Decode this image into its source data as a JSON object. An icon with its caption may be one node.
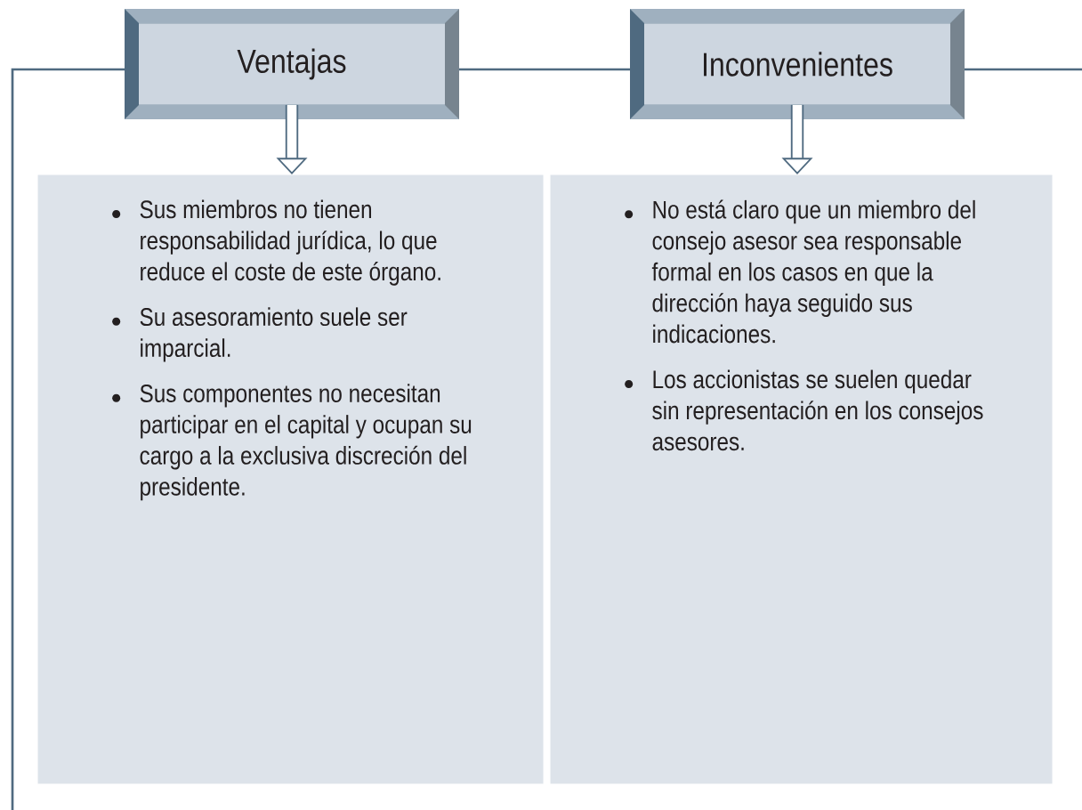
{
  "diagram": {
    "nodes": [
      {
        "text": [
          "Ventajas"
        ]
      },
      {
        "text": [
          "Inconvenientes"
        ]
      },
      {
        "text": [
          "Sus miembros no tienen responsabilidad jurídica, lo que reduce el coste de este órgano.",
          "Su asesoramiento suele ser imparcial.",
          "Sus componentes no necesitan participar en el capital y ocupan su cargo a la exclusiva discreción del presidente."
        ]
      },
      {
        "text": [
          "No está claro que un miembro del consejo asesor sea responsable formal en los casos en que la dirección haya seguido sus indicaciones.",
          "Los accionistas se suelen quedar sin representación en los consejos asesores."
        ]
      }
    ],
    "edges": [
      {
        "from": 0,
        "to": 2,
        "arrow": "to"
      },
      {
        "from": 1,
        "to": 3,
        "arrow": "to"
      },
      {
        "from": 0,
        "to": 1,
        "arrow": "none"
      }
    ]
  }
}
